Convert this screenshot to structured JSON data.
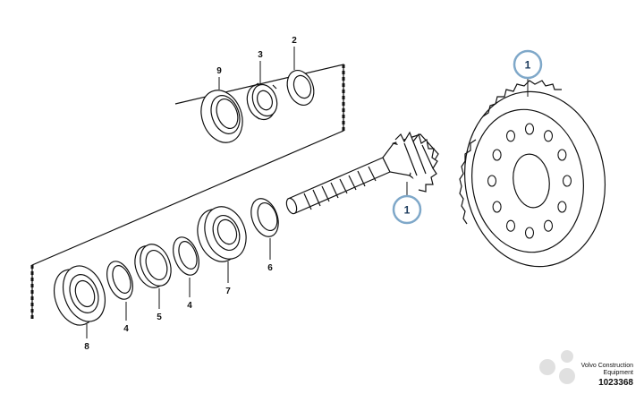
{
  "callouts": [
    {
      "id": "c9",
      "label": "9"
    },
    {
      "id": "c3",
      "label": "3"
    },
    {
      "id": "c2",
      "label": "2"
    },
    {
      "id": "c6",
      "label": "6"
    },
    {
      "id": "c7",
      "label": "7"
    },
    {
      "id": "c4a",
      "label": "4"
    },
    {
      "id": "c5",
      "label": "5"
    },
    {
      "id": "c4b",
      "label": "4"
    },
    {
      "id": "c8",
      "label": "8"
    }
  ],
  "highlight_callouts": [
    {
      "id": "h1a",
      "label": "1"
    },
    {
      "id": "h1b",
      "label": "1"
    }
  ],
  "highlight_color": "#7fa8c9",
  "mark": {
    "line1": "Volvo Construction",
    "line2": "Equipment",
    "id": "1023368"
  }
}
